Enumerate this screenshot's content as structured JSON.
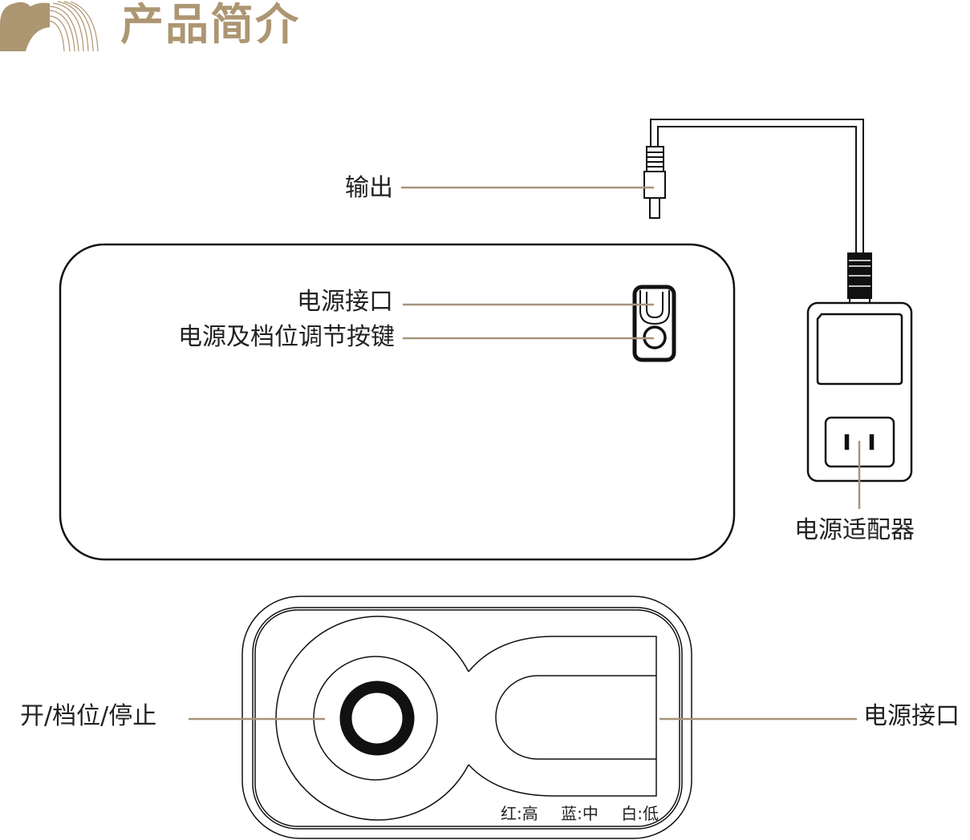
{
  "header": {
    "title": "产品简介"
  },
  "colors": {
    "accent": "#ad9672",
    "leader_line": "#a8937a",
    "stroke": "#111111"
  },
  "labels": {
    "output": "输出",
    "power_port_top": "电源接口",
    "power_gear_button": "电源及档位调节按键",
    "power_adapter": "电源适配器",
    "on_gear_stop": "开/档位/停止",
    "power_port_bottom": "电源接口"
  },
  "indicator_legend": [
    "红:高",
    "蓝:中",
    "白:低"
  ]
}
